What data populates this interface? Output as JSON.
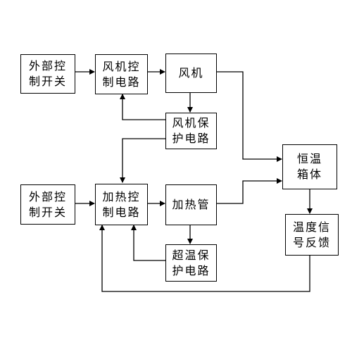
{
  "nodes": {
    "ext_switch_1": {
      "line1": "外部控",
      "line2": "制开关"
    },
    "fan_ctrl": {
      "line1": "风机控",
      "line2": "制电路"
    },
    "fan": {
      "line1": "风机"
    },
    "fan_protect": {
      "line1": "风机保",
      "line2": "护电路"
    },
    "ext_switch_2": {
      "line1": "外部控",
      "line2": "制开关"
    },
    "heat_ctrl": {
      "line1": "加热控",
      "line2": "制电路"
    },
    "heater": {
      "line1": "加热管"
    },
    "over_temp": {
      "line1": "超温保",
      "line2": "护电路"
    },
    "chamber": {
      "line1": "恒温",
      "line2": "箱体"
    },
    "temp_feedback": {
      "line1": "温度信",
      "line2": "号反馈"
    }
  },
  "colors": {
    "stroke": "#000000",
    "background": "#ffffff"
  }
}
